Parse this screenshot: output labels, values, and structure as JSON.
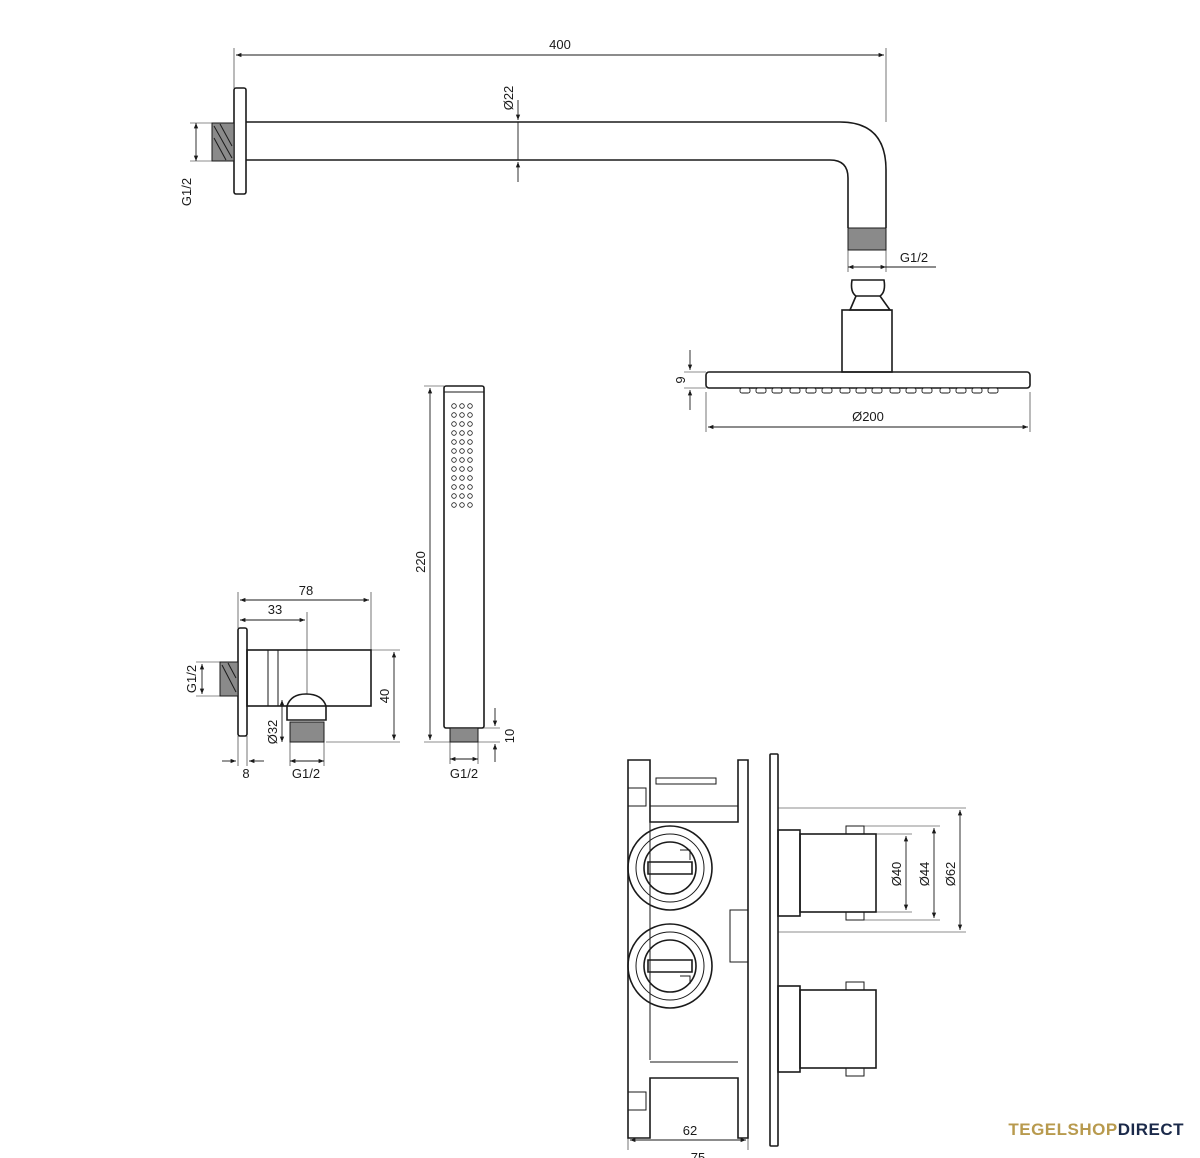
{
  "labels": {
    "arm_length": "400",
    "arm_diameter": "Ø22",
    "wall_thread": "G1/2",
    "head_thread": "G1/2",
    "head_thickness": "9",
    "head_diameter": "Ø200",
    "handshower_length": "220",
    "handshower_tail": "10",
    "handshower_thread": "G1/2",
    "elbow_depth": "78",
    "elbow_offset": "33",
    "elbow_height": "40",
    "elbow_outlet_diameter": "Ø32",
    "elbow_flange": "8",
    "elbow_outlet_thread": "G1/2",
    "elbow_inlet_thread": "G1/2",
    "valve_d40": "Ø40",
    "valve_d44": "Ø44",
    "valve_d62": "Ø62",
    "box_width": "62",
    "box_total": "75"
  },
  "brand": {
    "part1": "TEGELSHOP",
    "part2": "DIRECT",
    "color1": "#b89a4e",
    "color2": "#1b2a4a"
  }
}
